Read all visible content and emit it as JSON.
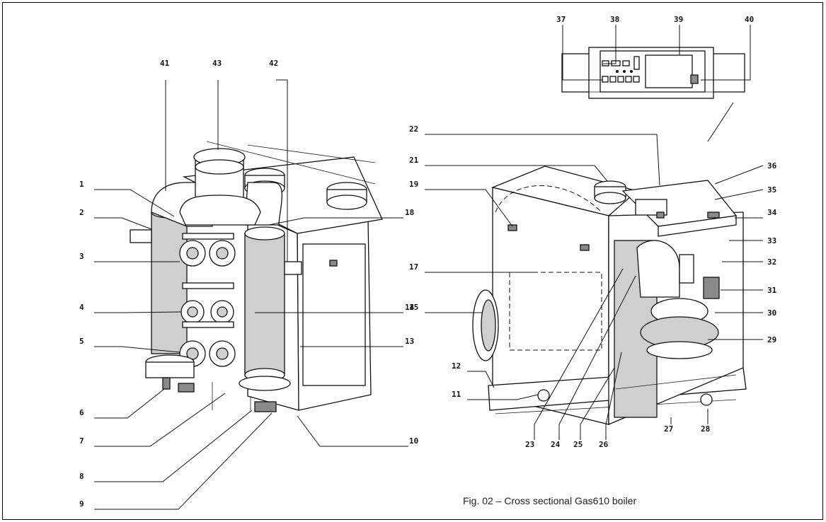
{
  "caption": "Fig. 02 – Cross sectional Gas610 boiler",
  "callouts": {
    "c1": "1",
    "c2": "2",
    "c3": "3",
    "c4": "4",
    "c5": "5",
    "c6": "6",
    "c7": "7",
    "c8": "8",
    "c9": "9",
    "c10": "10",
    "c11": "11",
    "c12": "12",
    "c13": "13",
    "c14": "14",
    "c15": "15",
    "c17": "17",
    "c18": "18",
    "c19": "19",
    "c21": "21",
    "c22": "22",
    "c23": "23",
    "c24": "24",
    "c25": "25",
    "c26": "26",
    "c27": "27",
    "c28": "28",
    "c29": "29",
    "c30": "30",
    "c31": "31",
    "c32": "32",
    "c33": "33",
    "c34": "34",
    "c35": "35",
    "c36": "36",
    "c37": "37",
    "c38": "38",
    "c39": "39",
    "c40": "40",
    "c41": "41",
    "c42": "42",
    "c43": "43"
  }
}
